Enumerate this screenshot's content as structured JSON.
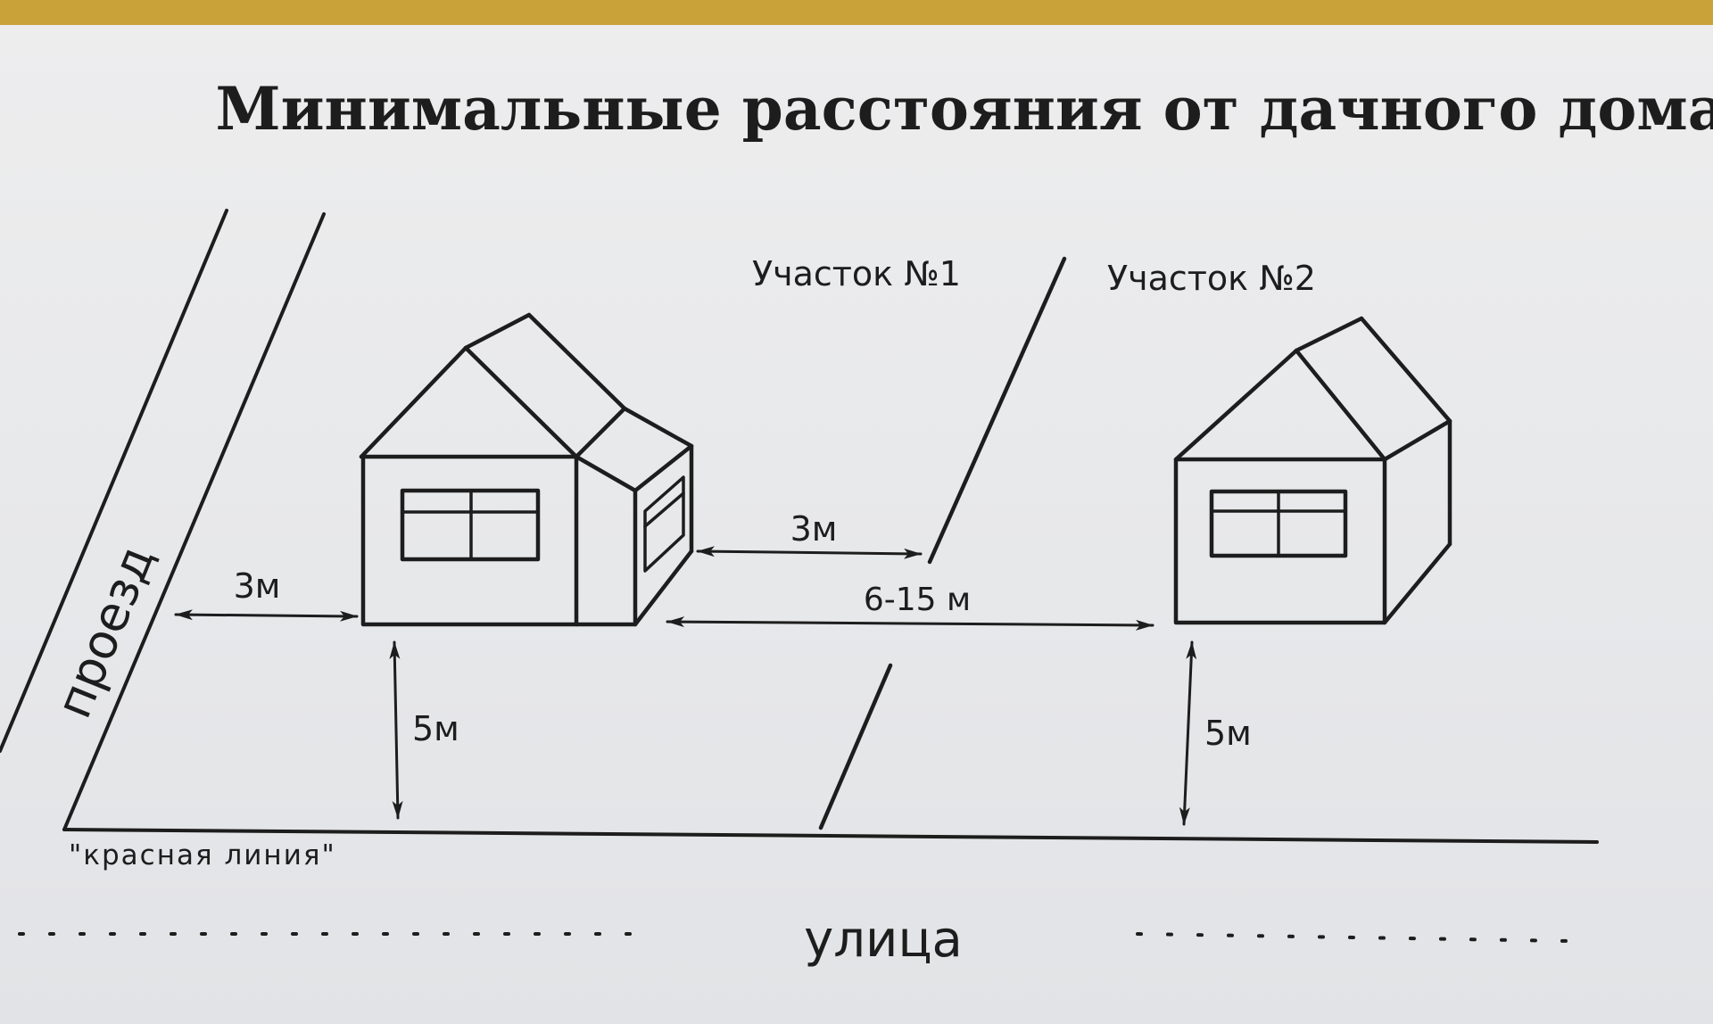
{
  "title": "Минимальные расстояния от дачного дома",
  "labels": {
    "plot1": "Участок №1",
    "plot2": "Участок №2",
    "driveway": "проезд",
    "red_line": "\"красная линия\"",
    "street": "улица",
    "dist_driveway": "3м",
    "dist_boundary": "3м",
    "dist_between_houses": "6-15 м",
    "dist_red_line_left": "5м",
    "dist_red_line_right": "5м"
  },
  "colors": {
    "ink": "#1d1d1d",
    "paper": "#ebebec",
    "backing": "#c9a23a"
  }
}
